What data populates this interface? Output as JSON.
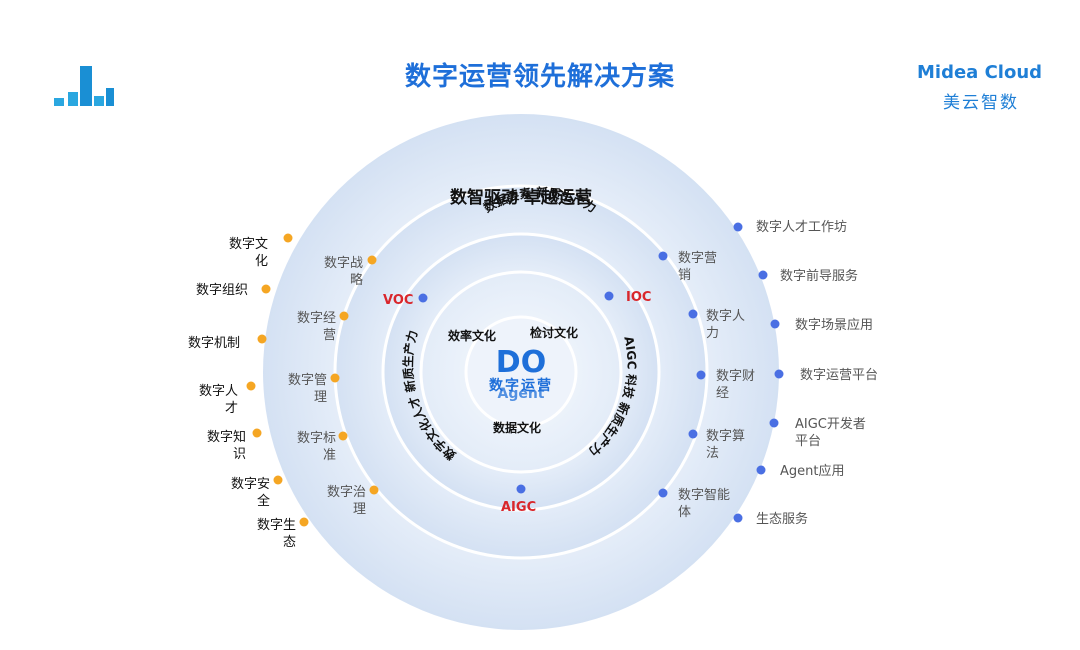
{
  "header": {
    "title": "数字运营领先解决方案"
  },
  "brand": {
    "name_en": "Midea Cloud",
    "name_zh": "美云智数"
  },
  "outer_ring": {
    "slogan": "数智驱动 卓越运营"
  },
  "inner_ring": {
    "top_text": "数据要素 新质生产力",
    "left_text": "数字文化人才 新质生产力",
    "right_text": "AIGC 科技 新质生产力"
  },
  "center": {
    "main": "DO",
    "sub1": "数字运营",
    "sub2": "Agent"
  },
  "culture": {
    "tl": "效率文化",
    "tr": "检讨文化",
    "bottom": "数据文化"
  },
  "nodes": {
    "voc": "VOC",
    "ioc": "IOC",
    "aigc": "AIGC"
  },
  "outer_left": [
    {
      "l1": "数字文",
      "l2": "化"
    },
    {
      "l1": "数字组织",
      "l2": ""
    },
    {
      "l1": "数字机制",
      "l2": ""
    },
    {
      "l1": "数字人",
      "l2": "才"
    },
    {
      "l1": "数字知",
      "l2": "识"
    },
    {
      "l1": "数字安",
      "l2": "全"
    },
    {
      "l1": "数字生",
      "l2": "态"
    }
  ],
  "mid_left": [
    {
      "l1": "数字战",
      "l2": "略"
    },
    {
      "l1": "数字经",
      "l2": "营"
    },
    {
      "l1": "数字管",
      "l2": "理"
    },
    {
      "l1": "数字标",
      "l2": "准"
    },
    {
      "l1": "数字治",
      "l2": "理"
    }
  ],
  "mid_right": [
    {
      "l1": "数字营",
      "l2": "销"
    },
    {
      "l1": "数字人",
      "l2": "力"
    },
    {
      "l1": "数字财",
      "l2": "经"
    },
    {
      "l1": "数字算",
      "l2": "法"
    },
    {
      "l1": "数字智能",
      "l2": "体"
    }
  ],
  "outer_right": [
    {
      "l1": "数字人才工作坊",
      "l2": ""
    },
    {
      "l1": "数字前导服务",
      "l2": ""
    },
    {
      "l1": "数字场景应用",
      "l2": ""
    },
    {
      "l1": "数字运营平台",
      "l2": ""
    },
    {
      "l1": "AIGC开发者",
      "l2": "平台"
    },
    {
      "l1": "Agent应用",
      "l2": ""
    },
    {
      "l1": "生态服务",
      "l2": ""
    }
  ],
  "colors": {
    "title": "#1e6fd9",
    "orange_dot": "#f5a623",
    "blue_dot": "#4a6fe3",
    "red_label": "#d9262b",
    "ring_fill": "#dfe9f7",
    "ring_line": "#ffffff"
  }
}
